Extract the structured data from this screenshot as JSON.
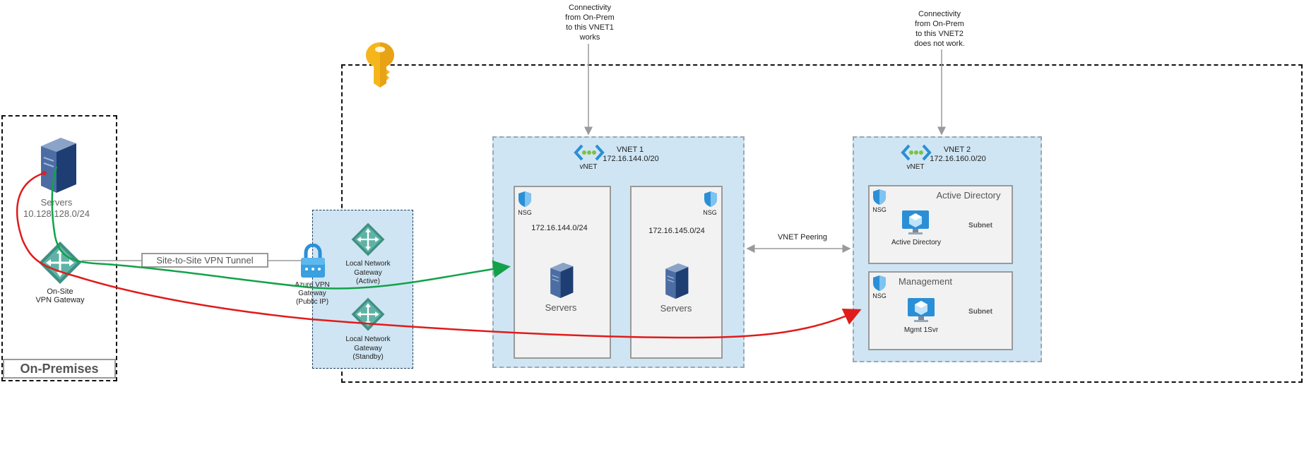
{
  "onprem": {
    "title": "On-Premises",
    "servers_label": "Servers",
    "servers_cidr": "10.128.128.0/24",
    "gateway_label_1": "On-Site",
    "gateway_label_2": "VPN Gateway"
  },
  "tunnel_label": "Site-to-Site VPN Tunnel",
  "azure_vpn": {
    "line1": "Azure VPN",
    "line2": "Gateway",
    "line3": "(Public IP)"
  },
  "lng_active": {
    "line1": "Local Network",
    "line2": "Gateway",
    "line3": "(Active)"
  },
  "lng_standby": {
    "line1": "Local Network",
    "line2": "Gateway",
    "line3": "(Standby)"
  },
  "note_vnet1": [
    "Connectivity",
    "from On-Prem",
    "to this VNET1",
    "works"
  ],
  "note_vnet2": [
    "Connectivity",
    "from On-Prem",
    "to this VNET2",
    "does not work."
  ],
  "vnet1": {
    "name": "VNET 1",
    "cidr": "172.16.144.0/20",
    "icon_label": "vNET",
    "subnet_a": {
      "nsg": "NSG",
      "cidr": "172.16.144.0/24",
      "servers": "Servers"
    },
    "subnet_b": {
      "nsg": "NSG",
      "cidr": "172.16.145.0/24",
      "servers": "Servers"
    }
  },
  "peering_label": "VNET Peering",
  "vnet2": {
    "name": "VNET 2",
    "cidr": "172.16.160.0/20",
    "icon_label": "vNET",
    "ad_subnet": {
      "nsg": "NSG",
      "title": "Active Directory",
      "subnet": "Subnet",
      "vm_label": "Active Directory"
    },
    "mgmt_subnet": {
      "nsg": "NSG",
      "title": "Management",
      "subnet": "Subnet",
      "vm_label": "Mgmt 1Svr"
    }
  },
  "colors": {
    "working_path": "#12a24a",
    "failing_path": "#e01b1b",
    "vnet_fill": "#cfe5f3",
    "subnet_fill": "#f2f2f2",
    "key": "#f5b61c"
  }
}
